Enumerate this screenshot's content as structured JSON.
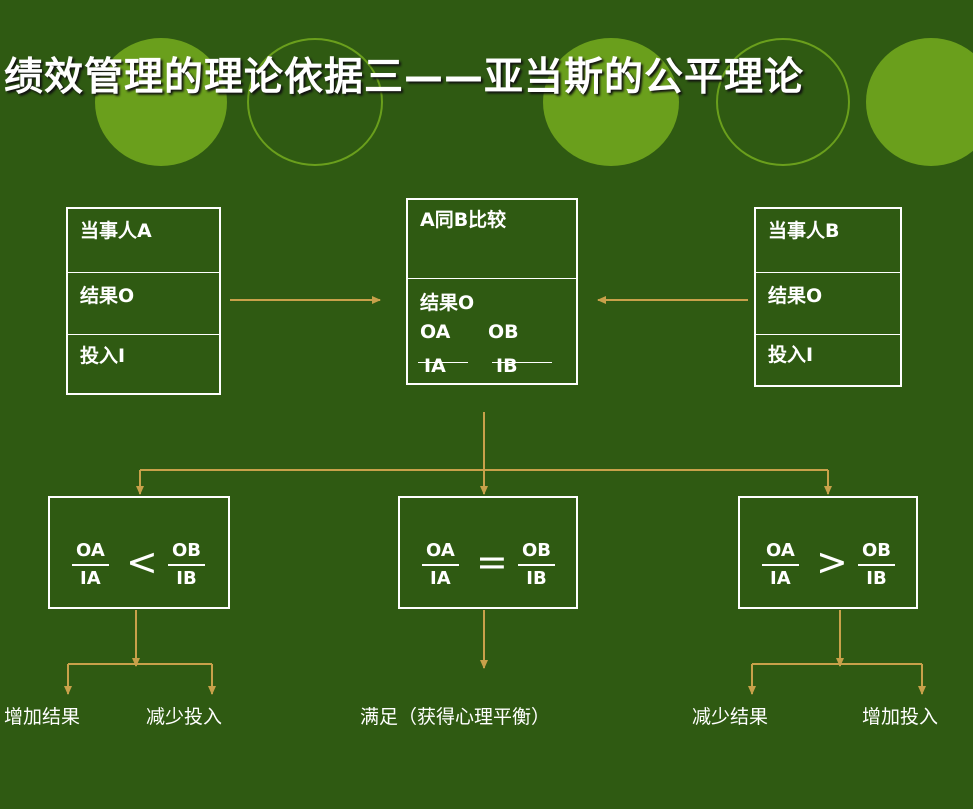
{
  "title": "绩效管理的理论依据三——亚当斯的公平理论",
  "party_a": {
    "header": "当事人A",
    "outcome": "结果O",
    "input": "投入I"
  },
  "party_b": {
    "header": "当事人B",
    "outcome": "结果O",
    "input": "投入I"
  },
  "compare": {
    "header": "A同B比较",
    "outcome": "结果O",
    "oa": "OA",
    "ob": "OB",
    "ia": "IA",
    "ib": "IB"
  },
  "cases": [
    {
      "num_a": "OA",
      "den_a": "IA",
      "relation": "<",
      "num_b": "OB",
      "den_b": "IB"
    },
    {
      "num_a": "OA",
      "den_a": "IA",
      "relation": "=",
      "num_b": "OB",
      "den_b": "IB"
    },
    {
      "num_a": "OA",
      "den_a": "IA",
      "relation": ">",
      "num_b": "OB",
      "den_b": "IB"
    }
  ],
  "outcomes": {
    "left_1": "增加结果",
    "left_2": "减少投入",
    "middle": "满足（获得心理平衡）",
    "right_1": "减少结果",
    "right_2": "增加投入"
  },
  "colors": {
    "background": "#2f5a12",
    "arrow": "#c8a14a",
    "circle": "#6a9f1c",
    "text": "#ffffff"
  }
}
